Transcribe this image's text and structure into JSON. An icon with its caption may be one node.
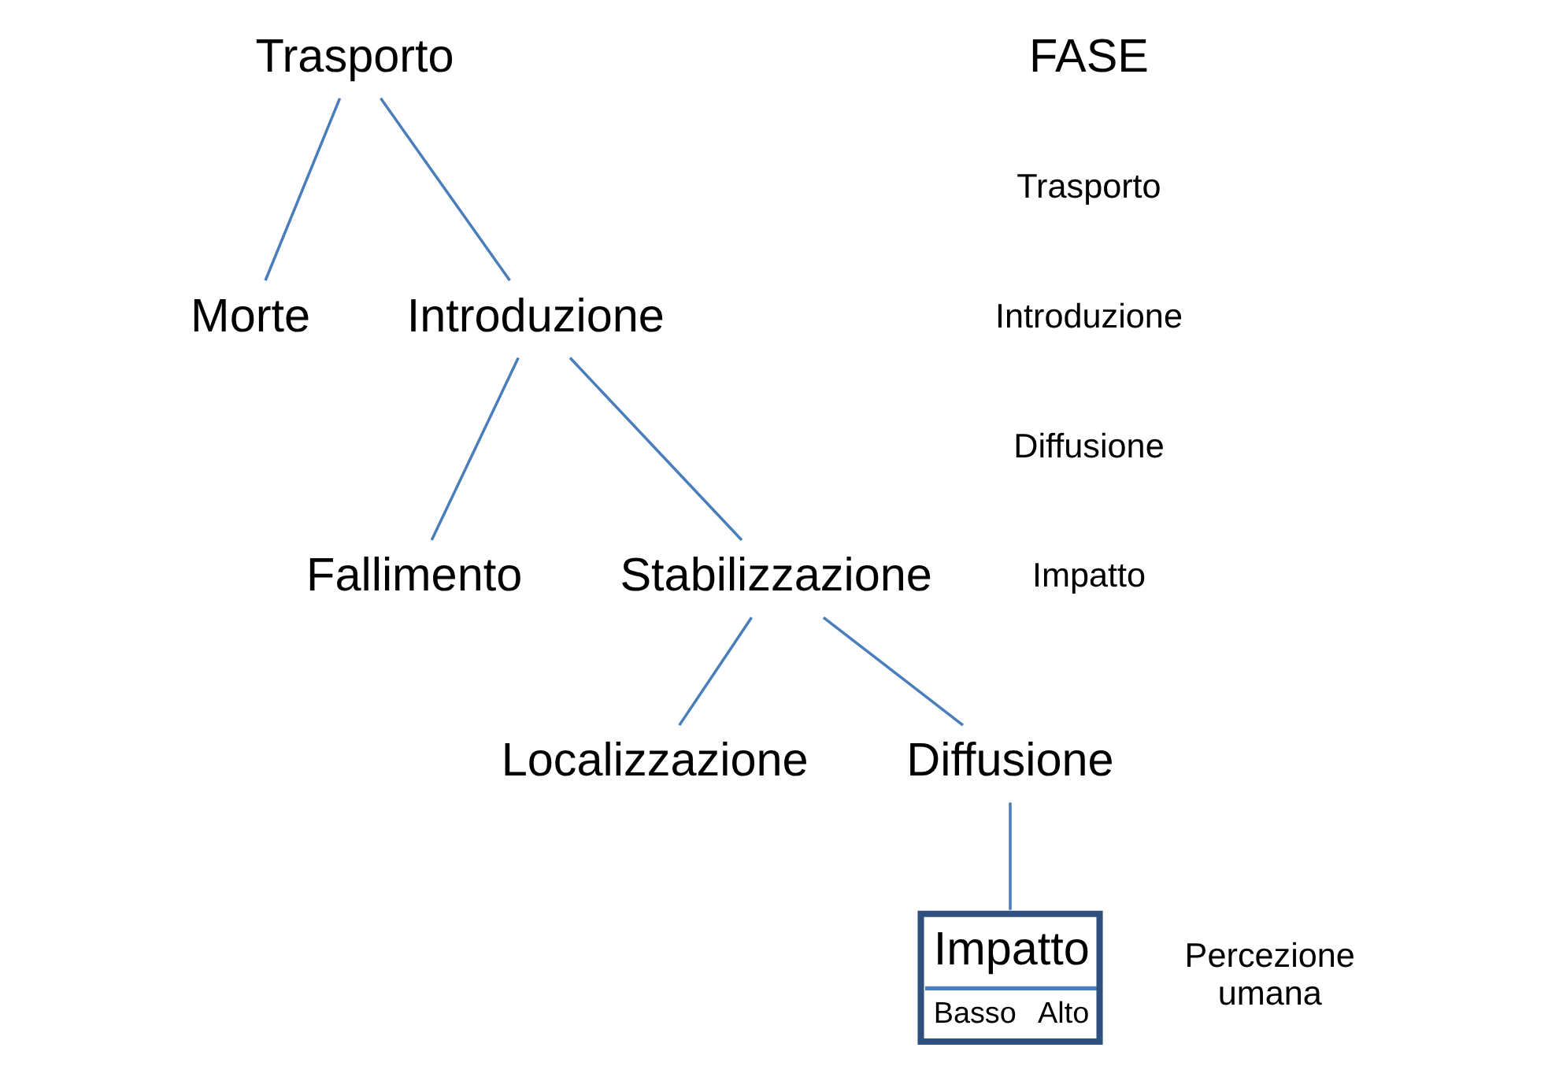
{
  "diagram": {
    "nodes": [
      {
        "text": [
          "Trasporto"
        ]
      },
      {
        "text": [
          "Morte"
        ]
      },
      {
        "text": [
          "Introduzione"
        ]
      },
      {
        "text": [
          "Fallimento"
        ]
      },
      {
        "text": [
          "Stabilizzazione"
        ]
      },
      {
        "text": [
          "Localizzazione"
        ]
      },
      {
        "text": [
          "Diffusione"
        ]
      },
      {
        "text": [
          "Impatto",
          "Basso",
          "Alto"
        ],
        "beside": [
          "Percezione umana"
        ]
      }
    ],
    "edges": [
      {
        "from": 0,
        "to": 1,
        "arrow": "none"
      },
      {
        "from": 0,
        "to": 2,
        "arrow": "none"
      },
      {
        "from": 2,
        "to": 3,
        "arrow": "none"
      },
      {
        "from": 2,
        "to": 4,
        "arrow": "none"
      },
      {
        "from": 4,
        "to": 5,
        "arrow": "none"
      },
      {
        "from": 4,
        "to": 6,
        "arrow": "none"
      },
      {
        "from": 6,
        "to": 7,
        "arrow": "none"
      }
    ],
    "labels": [
      "FASE",
      "Trasporto",
      "Introduzione",
      "Diffusione",
      "Impatto"
    ]
  }
}
